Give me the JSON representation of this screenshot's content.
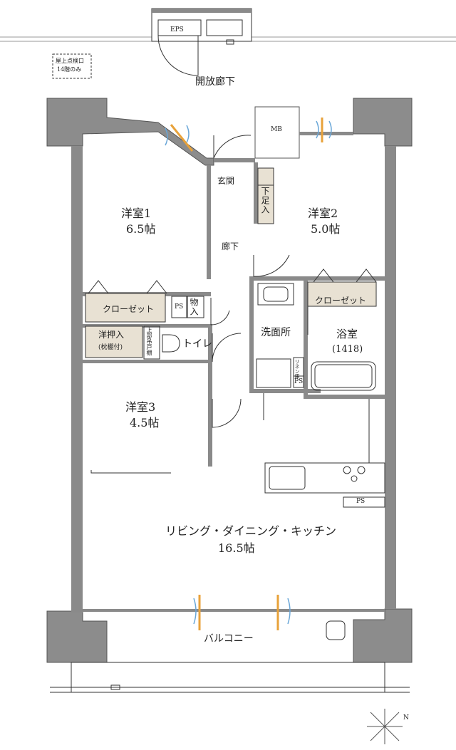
{
  "labels": {
    "eps": "EPS",
    "open_corridor": "開放廊下",
    "mb": "MB",
    "roof_hatch_line1": "屋上点検口",
    "roof_hatch_line2": "14階のみ",
    "entrance": "玄関",
    "shoe_closet": "下足入",
    "room1_name": "洋室1",
    "room1_size": "6.5帖",
    "room2_name": "洋室2",
    "room2_size": "5.0帖",
    "hallway": "廊下",
    "closet_left": "クローゼット",
    "closet_right": "クローゼット",
    "ps": "PS",
    "storage": "物入",
    "washroom": "洗面所",
    "bath_name": "浴室",
    "bath_size": "(1418)",
    "linen": "リネン庫",
    "western_closet": "洋押入",
    "pillow_shelf": "(枕棚付)",
    "upper_cabinet": "上部吊戸棚",
    "toilet": "トイレ",
    "room3_name": "洋室3",
    "room3_size": "4.5帖",
    "ldk_name": "リビング・ダイニング・キッチン",
    "ldk_size": "16.5帖",
    "balcony": "バルコニー",
    "north": "N"
  },
  "colors": {
    "wall": "#8a8a8a",
    "pillar": "#8c8c8c",
    "closet_fill": "#e8e1d3",
    "line": "#333333",
    "window_orange": "#e8a23a",
    "window_blue": "#6aa7d8"
  }
}
